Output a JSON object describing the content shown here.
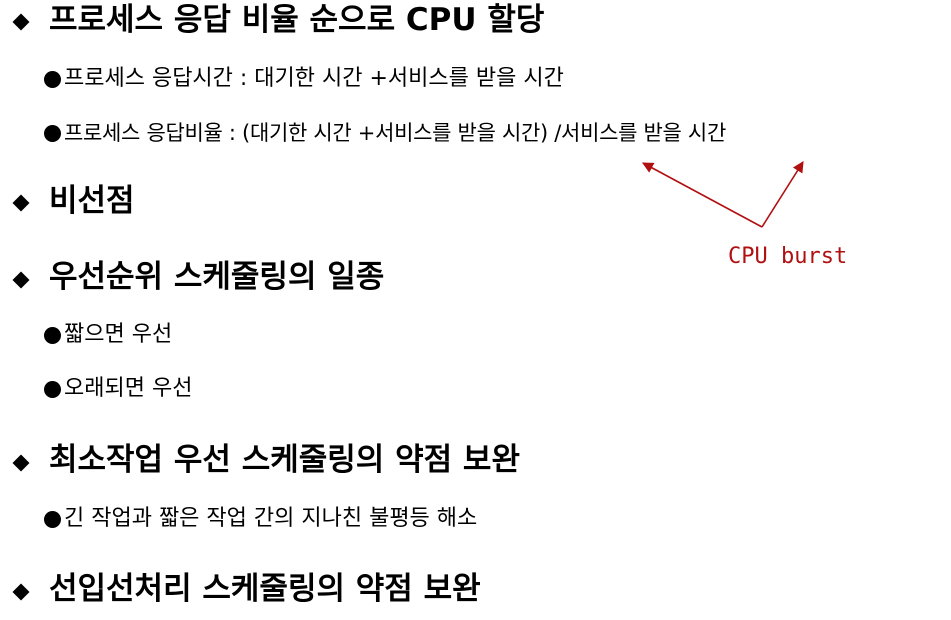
{
  "items": [
    {
      "text": "프로세스 응답 비율 순으로 CPU 할당"
    },
    {
      "text": "프로세스 응답시간 : 대기한 시간 +서비스를 받을 시간"
    },
    {
      "text": "프로세스 응답비율 : (대기한 시간 +서비스를 받을 시간) /서비스를 받을 시간"
    },
    {
      "text": "비선점"
    },
    {
      "text": "우선순위 스케줄링의 일종"
    },
    {
      "text": "짧으면 우선"
    },
    {
      "text": "오래되면 우선"
    },
    {
      "text": "최소작업 우선 스케줄링의 약점 보완"
    },
    {
      "text": "긴 작업과 짧은 작업 간의 지나친 불평등 해소"
    },
    {
      "text": "선입선처리 스케줄링의 약점 보완"
    }
  ],
  "annotation": {
    "text": "CPU burst",
    "color": "#b01010"
  },
  "colors": {
    "text": "#000000",
    "background": "#ffffff"
  }
}
